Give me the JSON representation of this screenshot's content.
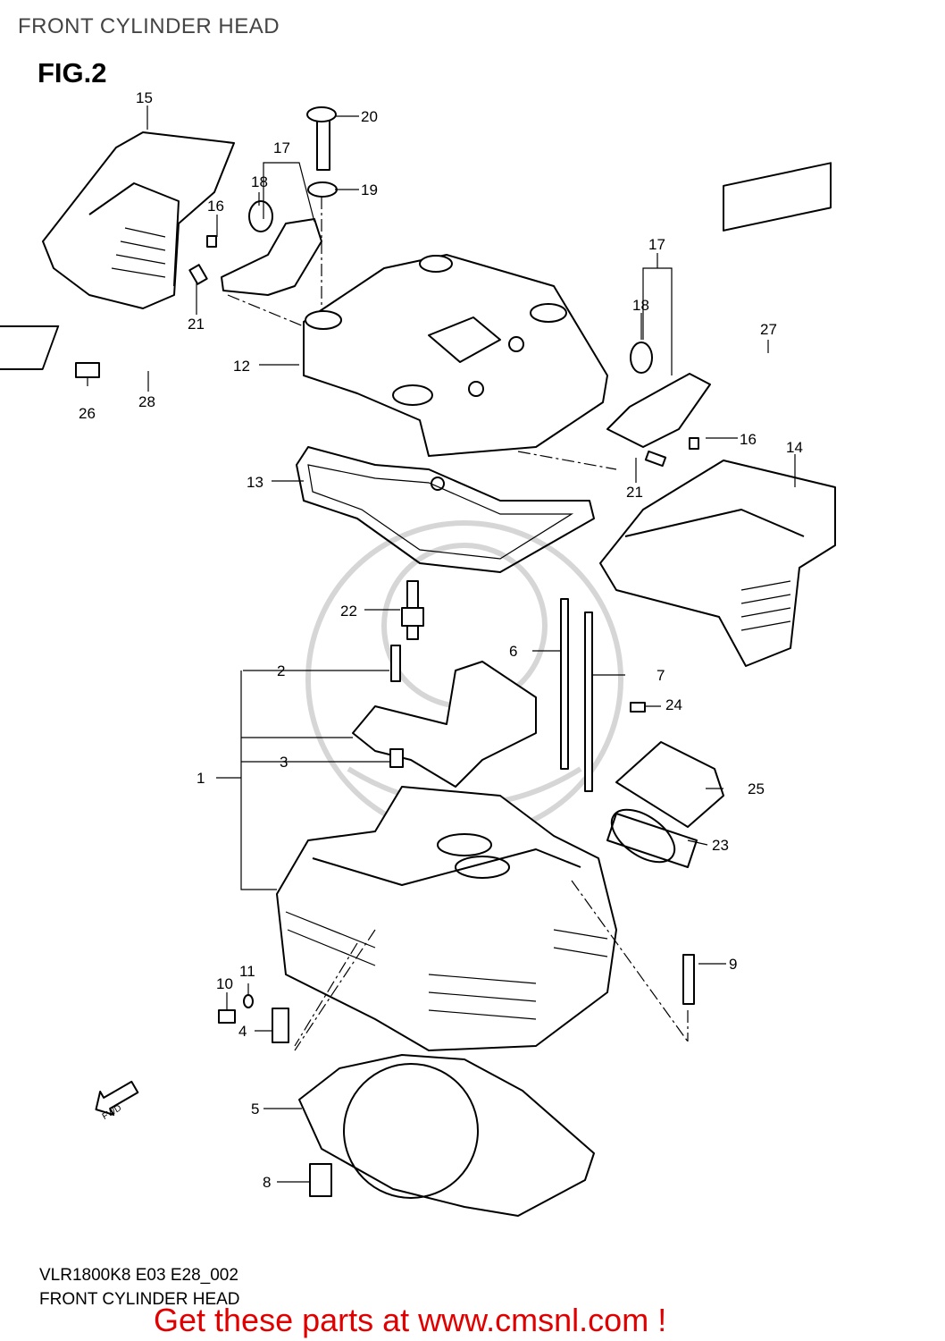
{
  "header": {
    "title": "FRONT CYLINDER HEAD"
  },
  "figure": {
    "label": "FIG.2"
  },
  "callouts": {
    "c1": "1",
    "c2": "2",
    "c3": "3",
    "c4": "4",
    "c5": "5",
    "c6": "6",
    "c7": "7",
    "c8": "8",
    "c9": "9",
    "c10": "10",
    "c11": "11",
    "c12": "12",
    "c13": "13",
    "c14": "14",
    "c15": "15",
    "c16a": "16",
    "c16b": "16",
    "c17a": "17",
    "c17b": "17",
    "c18a": "18",
    "c18b": "18",
    "c19": "19",
    "c20": "20",
    "c21a": "21",
    "c21b": "21",
    "c22": "22",
    "c23": "23",
    "c24": "24",
    "c25": "25",
    "c26": "26",
    "c27": "27",
    "c28": "28"
  },
  "fwd_arrow": {
    "label": "FWD"
  },
  "footer": {
    "code": "VLR1800K8 E03 E28_002",
    "title": "FRONT CYLINDER HEAD",
    "promo": "Get these parts at www.cmsnl.com !"
  },
  "colors": {
    "promo": "#e00000",
    "line": "#000000",
    "watermark": "#d6d6d6"
  }
}
